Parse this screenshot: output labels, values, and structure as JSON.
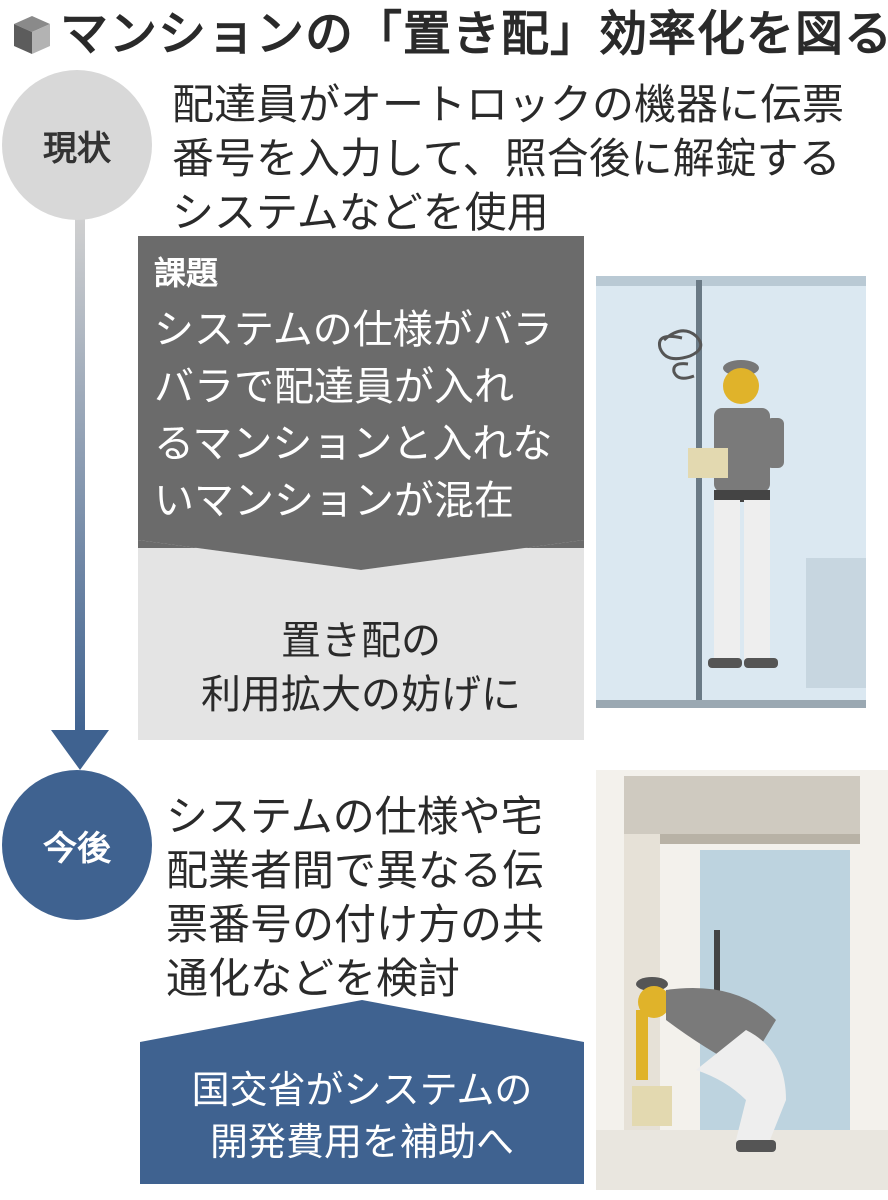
{
  "title": "マンションの「置き配」効率化を図る",
  "current": {
    "label": "現状",
    "description": "配達員がオートロックの機器に伝票\n番号を入力して、照合後に解錠する\nシステムなどを使用"
  },
  "issue": {
    "heading": "課題",
    "text": "システムの仕様がバラ\nバラで配達員が入れ\nるマンションと入れな\nいマンションが混在",
    "result": "置き配の\n利用拡大の妨げに"
  },
  "future": {
    "label": "今後",
    "description": "システムの仕様や宅\n配業者間で異なる伝\n票番号の付け方の共\n通化などを検討",
    "government": "国交省がシステムの\n開発費用を補助へ"
  },
  "colors": {
    "issue_dark": "#6b6b6b",
    "issue_light": "#e4e4e4",
    "future_blue": "#3f6290",
    "current_gray": "#d8d8d8"
  },
  "icons": [
    "box-icon",
    "down-arrow-icon",
    "confused-courier-illustration",
    "courier-placing-package-illustration"
  ]
}
